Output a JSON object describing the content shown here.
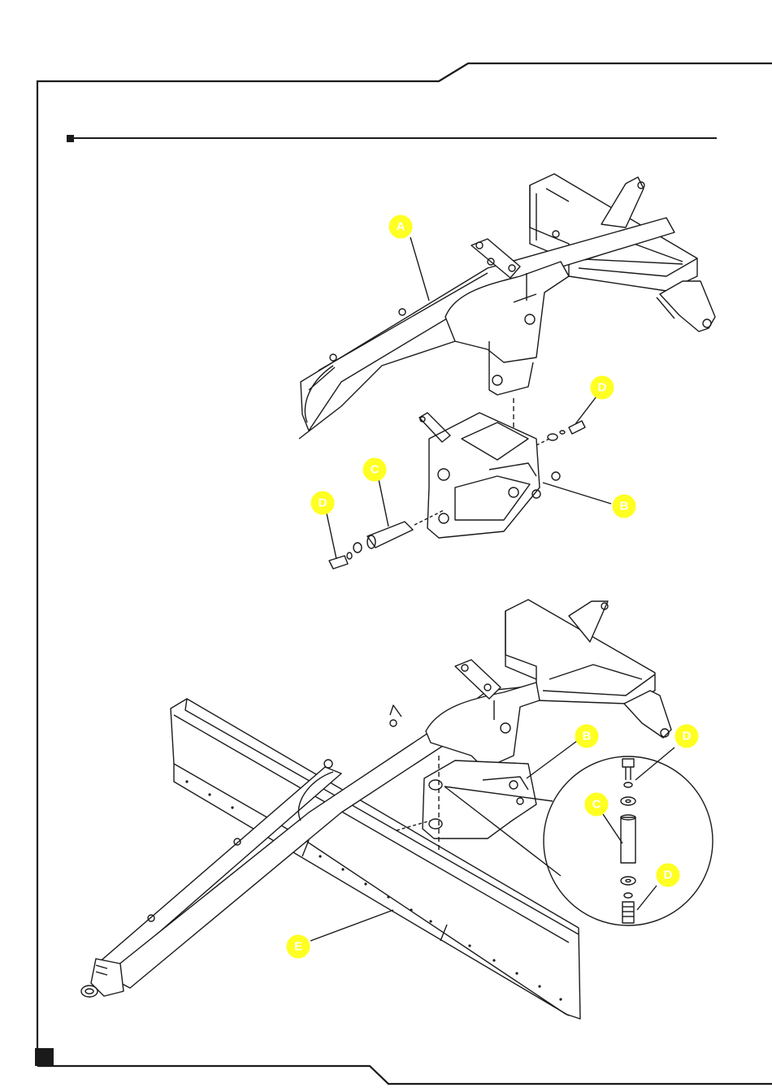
{
  "colors": {
    "ink": "#1a1a1a",
    "callout_fill": "#ffff22",
    "callout_letter": "#ffffff",
    "paper": "#ffffff"
  },
  "callouts": {
    "top_a": "A",
    "top_d_right": "D",
    "top_c": "C",
    "top_d_left": "D",
    "top_b": "B",
    "bottom_b": "B",
    "bottom_d_upper": "D",
    "bottom_c": "C",
    "bottom_d_lower": "D",
    "bottom_e": "E"
  }
}
